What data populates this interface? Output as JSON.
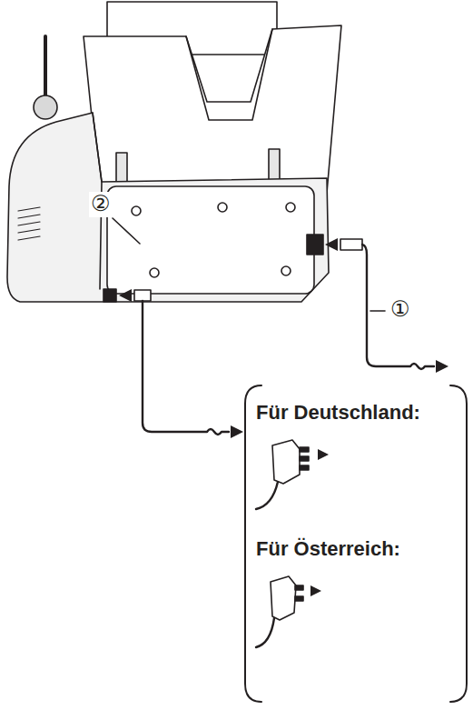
{
  "diagram": {
    "labels": [
      "①",
      "②",
      "Für Deutschland:",
      "Für Österreich:"
    ]
  }
}
